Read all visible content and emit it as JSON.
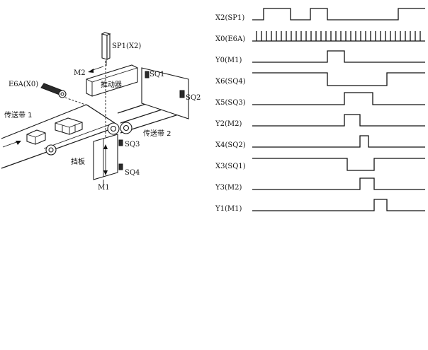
{
  "machine": {
    "labels": {
      "sp1": "SP1(X2)",
      "m2": "M2",
      "e6a": "E6A(X0)",
      "pusher": "推动器",
      "sq1": "SQ1",
      "sq2": "SQ2",
      "sq3": "SQ3",
      "sq4": "SQ4",
      "belt1": "传送带 1",
      "belt2": "传送带 2",
      "baffle": "挡板",
      "m1": "M1"
    }
  },
  "timing": {
    "signals": [
      {
        "label": "X2(SP1)"
      },
      {
        "label": "X0(E6A)"
      },
      {
        "label": "Y0(M1)"
      },
      {
        "label": "X6(SQ4)"
      },
      {
        "label": "X5(SQ3)"
      },
      {
        "label": "Y2(M2)"
      },
      {
        "label": "X4(SQ2)"
      },
      {
        "label": "X3(SQ1)"
      },
      {
        "label": "Y3(M2)"
      },
      {
        "label": "Y1(M1)"
      }
    ]
  }
}
